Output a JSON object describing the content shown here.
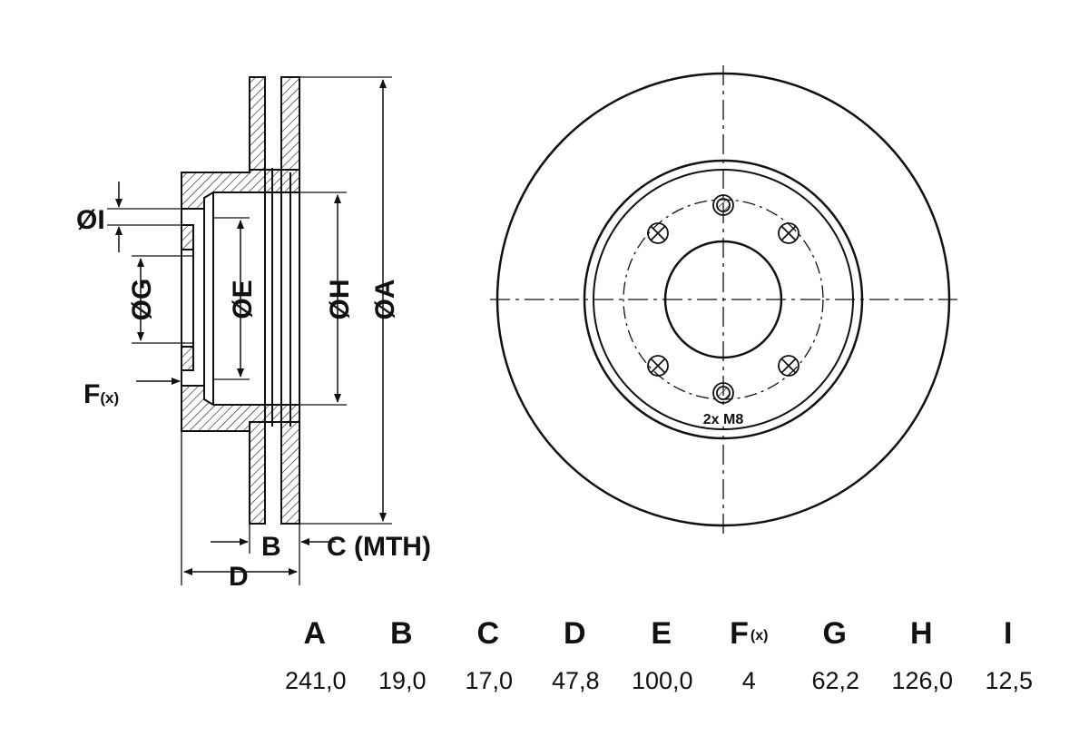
{
  "labels": {
    "dia_i": "ØI",
    "dia_g": "ØG",
    "dia_e": "ØE",
    "dia_h": "ØH",
    "dia_a": "ØA",
    "f_main": "F",
    "f_sub": "(x)",
    "b": "B",
    "c": "C (MTH)",
    "d": "D",
    "bolt_note": "2x M8"
  },
  "specs": [
    {
      "key": "A",
      "sub": "",
      "value": "241,0"
    },
    {
      "key": "B",
      "sub": "",
      "value": "19,0"
    },
    {
      "key": "C",
      "sub": "",
      "value": "17,0"
    },
    {
      "key": "D",
      "sub": "",
      "value": "47,8"
    },
    {
      "key": "E",
      "sub": "",
      "value": "100,0"
    },
    {
      "key": "F",
      "sub": "(x)",
      "value": "4"
    },
    {
      "key": "G",
      "sub": "",
      "value": "62,2"
    },
    {
      "key": "H",
      "sub": "",
      "value": "126,0"
    },
    {
      "key": "I",
      "sub": "",
      "value": "12,5"
    }
  ]
}
